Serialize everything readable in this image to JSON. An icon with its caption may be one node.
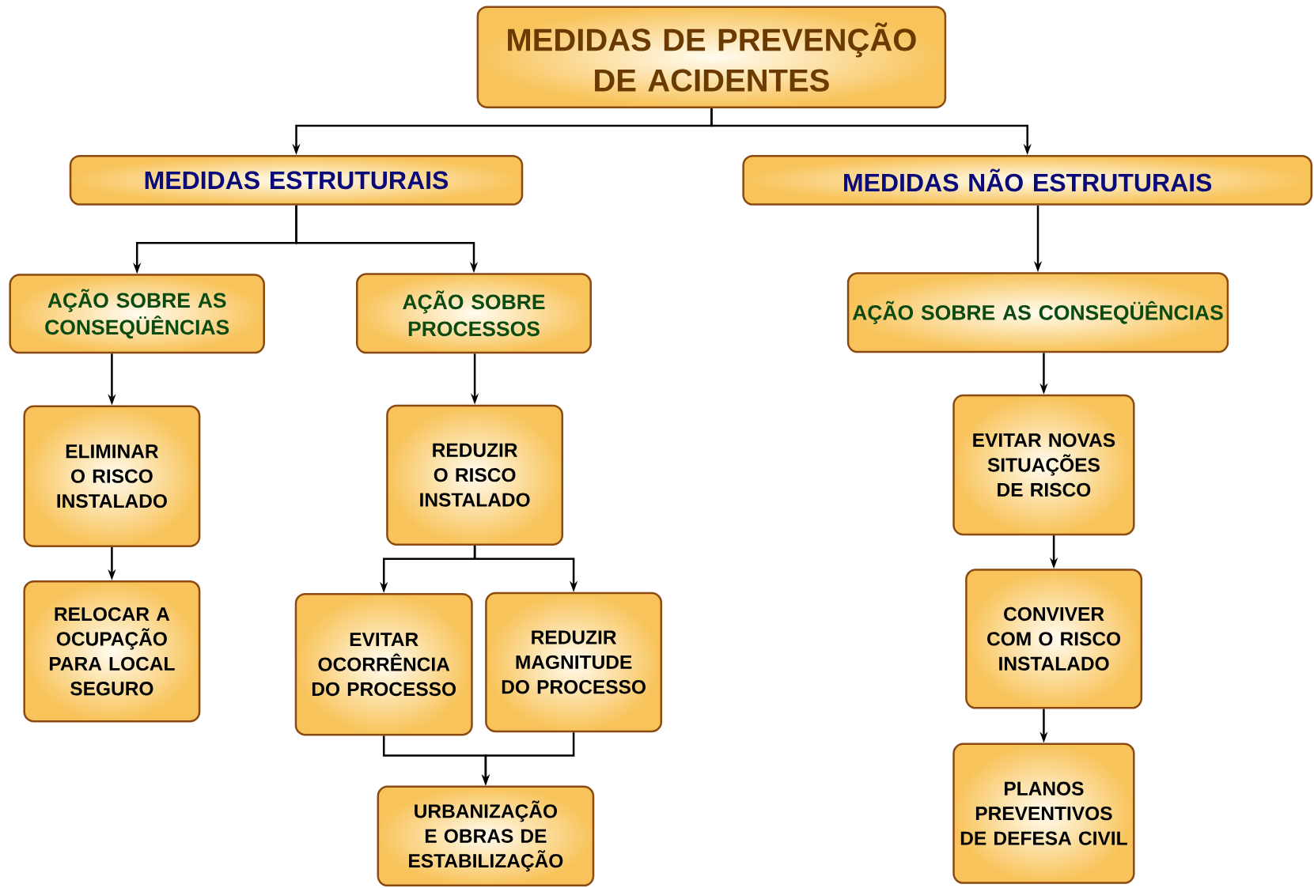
{
  "diagram": {
    "nodes": [
      {
        "text": [
          "MEDIDAS DE PREVENÇÃO DE ACIDENTES"
        ]
      },
      {
        "text": [
          "MEDIDAS ESTRUTURAIS"
        ]
      },
      {
        "text": [
          "MEDIDAS NÃO ESTRUTURAIS"
        ]
      },
      {
        "text": [
          "AÇÃO SOBRE AS CONSEQÜÊNCIAS"
        ]
      },
      {
        "text": [
          "AÇÃO SOBRE PROCESSOS"
        ]
      },
      {
        "text": [
          "AÇÃO SOBRE AS CONSEQÜÊNCIAS"
        ]
      },
      {
        "text": [
          "ELIMINAR O RISCO INSTALADO"
        ]
      },
      {
        "text": [
          "RELOCAR A OCUPAÇÃO PARA LOCAL SEGURO"
        ]
      },
      {
        "text": [
          "REDUZIR O RISCO INSTALADO"
        ]
      },
      {
        "text": [
          "EVITAR OCORRÊNCIA DO PROCESSO"
        ]
      },
      {
        "text": [
          "REDUZIR MAGNITUDE DO PROCESSO"
        ]
      },
      {
        "text": [
          "URBANIZAÇÃO E OBRAS DE ESTABILIZAÇÃO"
        ]
      },
      {
        "text": [
          "EVITAR NOVAS SITUAÇÕES DE RISCO"
        ]
      },
      {
        "text": [
          "CONVIVER COM O RISCO INSTALADO"
        ]
      },
      {
        "text": [
          "PLANOS PREVENTIVOS DE DEFESA CIVIL"
        ]
      }
    ],
    "edges": [
      {
        "from": 0,
        "to": 1,
        "arrow": "to"
      },
      {
        "from": 0,
        "to": 2,
        "arrow": "to"
      },
      {
        "from": 1,
        "to": 3,
        "arrow": "to"
      },
      {
        "from": 1,
        "to": 4,
        "arrow": "to"
      },
      {
        "from": 2,
        "to": 5,
        "arrow": "to"
      },
      {
        "from": 3,
        "to": 6,
        "arrow": "to"
      },
      {
        "from": 6,
        "to": 7,
        "arrow": "to"
      },
      {
        "from": 4,
        "to": 8,
        "arrow": "to"
      },
      {
        "from": 8,
        "to": 9,
        "arrow": "to"
      },
      {
        "from": 8,
        "to": 10,
        "arrow": "to"
      },
      {
        "from": 9,
        "to": 11,
        "arrow": "to"
      },
      {
        "from": 10,
        "to": 11,
        "arrow": "to"
      },
      {
        "from": 5,
        "to": 12,
        "arrow": "to"
      },
      {
        "from": 12,
        "to": 13,
        "arrow": "to"
      },
      {
        "from": 13,
        "to": 14,
        "arrow": "to"
      }
    ]
  }
}
